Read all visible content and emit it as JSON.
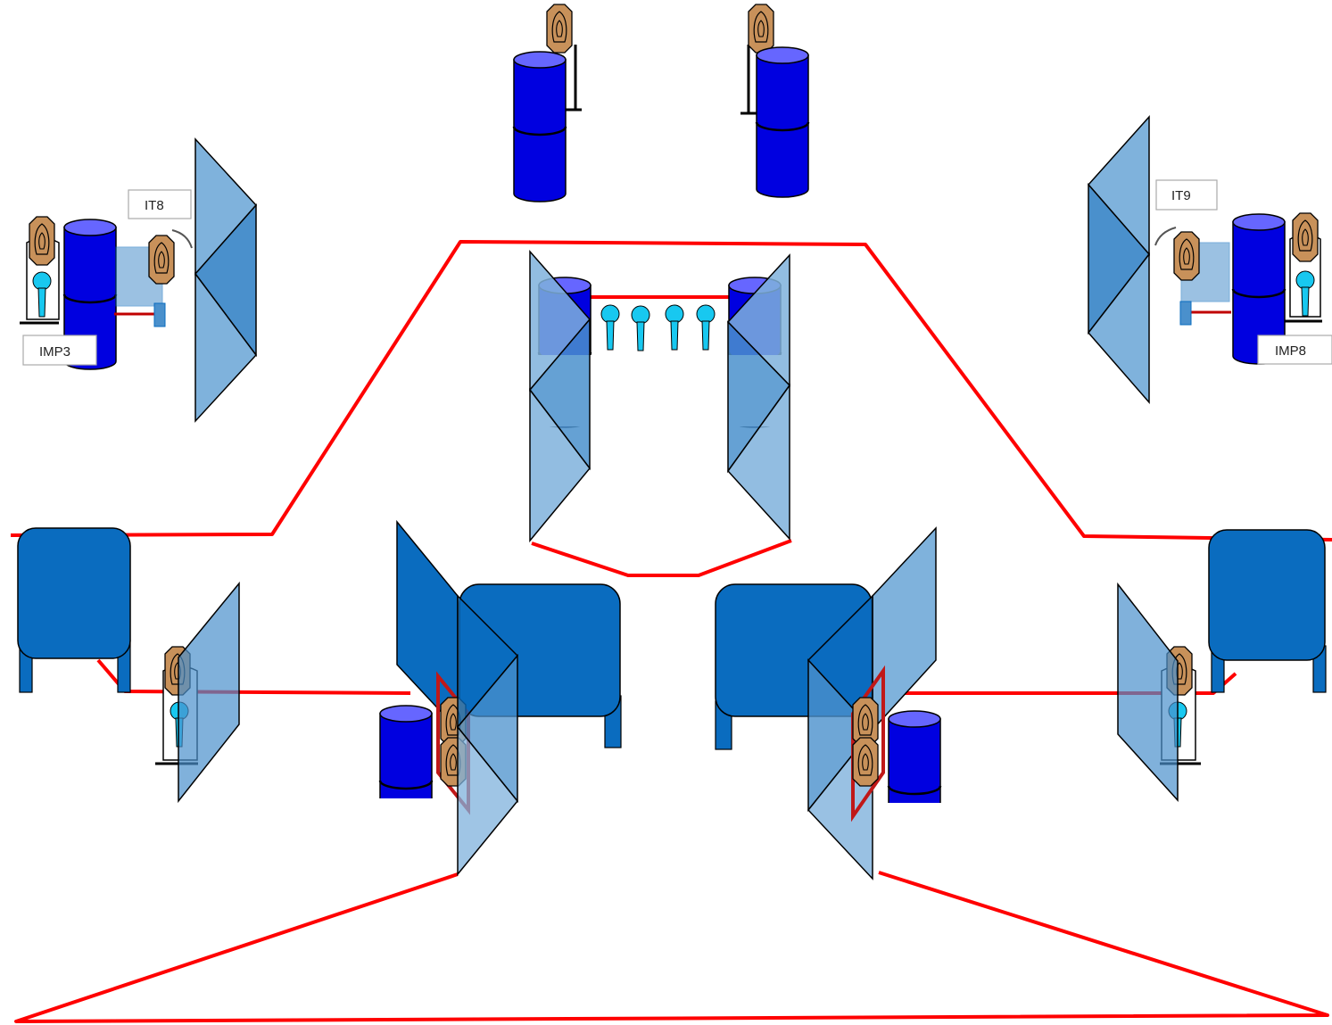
{
  "labels": {
    "it8": "IT8",
    "it9": "IT9",
    "imp3": "IMP3",
    "imp8": "IMP8"
  },
  "colors": {
    "boundary": "#ff0000",
    "barrel": "#0000e0",
    "barrel_top": "#6666ff",
    "panel_light": "#7fb2dc",
    "panel_mid": "#4a90cc",
    "panel_dark": "#0a6cbf",
    "wall": "#0a6cbf",
    "target_tan": "#c8915a",
    "no_shoot": "#18c8f0"
  },
  "icons": [
    "barrel-icon",
    "target-icon",
    "no-shoot-target-icon",
    "glass-panel-icon",
    "wall-icon",
    "swing-arrow-icon"
  ]
}
